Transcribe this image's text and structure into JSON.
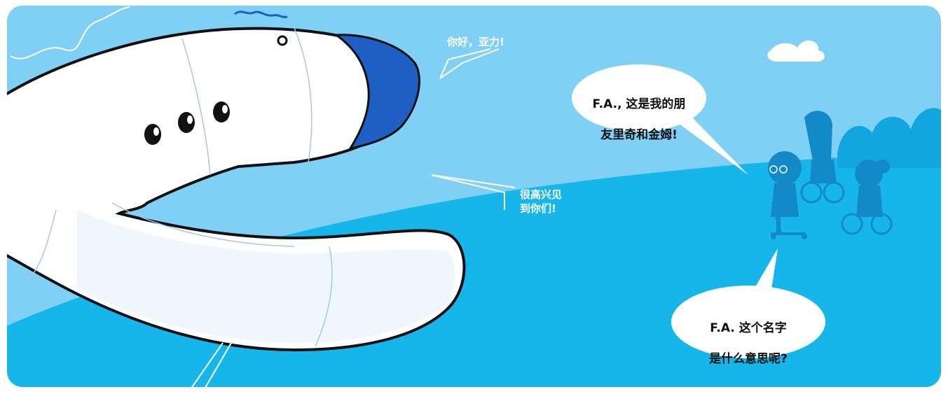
{
  "panel": {
    "colors": {
      "sky": "#7fd0f4",
      "ground": "#16b6ea",
      "deep_blue": "#1f5fc4",
      "silhouette": "#1489c8",
      "white": "#ffffff",
      "outline": "#111111"
    }
  },
  "dialogue": {
    "plane_hello": "你好，亚力!",
    "plane_nice_to_meet": "很高兴见\n到你们!",
    "kid_intro_line1": "F.A., 这是我的朋",
    "kid_intro_line2": "友里奇和金姆!",
    "kid_question_line1": "F.A. 这个名字",
    "kid_question_line2": "是什么意思呢?"
  }
}
